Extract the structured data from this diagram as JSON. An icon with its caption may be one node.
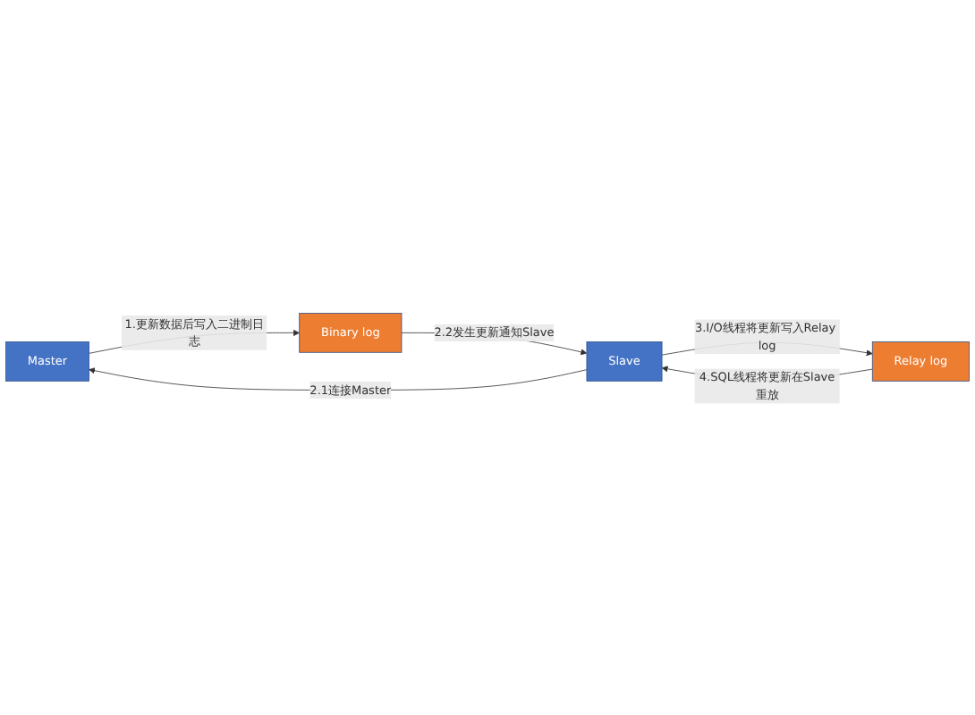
{
  "diagram": {
    "nodes": [
      {
        "text": [
          "Master"
        ]
      },
      {
        "text": [
          "Binary log"
        ]
      },
      {
        "text": [
          "Slave"
        ]
      },
      {
        "text": [
          "Relay log"
        ]
      }
    ],
    "edges": [
      {
        "from": 0,
        "to": 1,
        "arrow": "to",
        "label": "1.更新数据后写入二进制日志"
      },
      {
        "from": 2,
        "to": 0,
        "arrow": "to",
        "label": "2.1连接Master"
      },
      {
        "from": 1,
        "to": 2,
        "arrow": "to",
        "label": "2.2发生更新通知Slave"
      },
      {
        "from": 2,
        "to": 3,
        "arrow": "to",
        "label": "3.I/O线程将更新写入Relay log"
      },
      {
        "from": 3,
        "to": 2,
        "arrow": "to",
        "label": "4.SQL线程将更新在Slave重放"
      }
    ]
  }
}
